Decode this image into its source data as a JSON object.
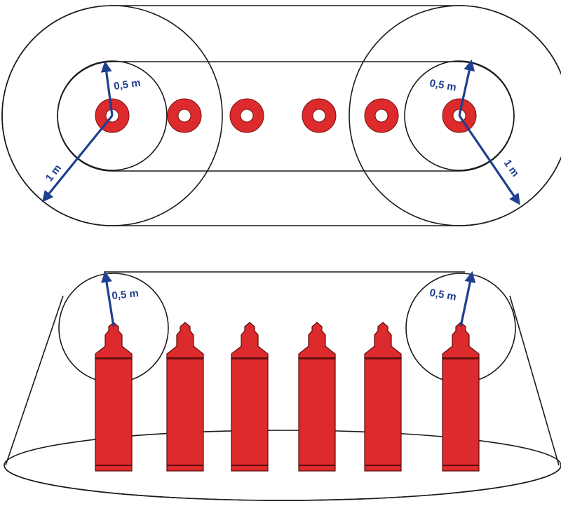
{
  "labels": {
    "small_radius": "0,5 m",
    "large_radius": "1 m"
  },
  "colors": {
    "cylinder": "#dd2a2c",
    "dimension": "#1f3f8f",
    "outline": "#1a1a1a"
  },
  "top_view": {
    "ring_count": 6,
    "zones": [
      "0,5 m",
      "1 m"
    ]
  },
  "side_view": {
    "cylinder_count": 6,
    "zones": [
      "0,5 m"
    ]
  }
}
